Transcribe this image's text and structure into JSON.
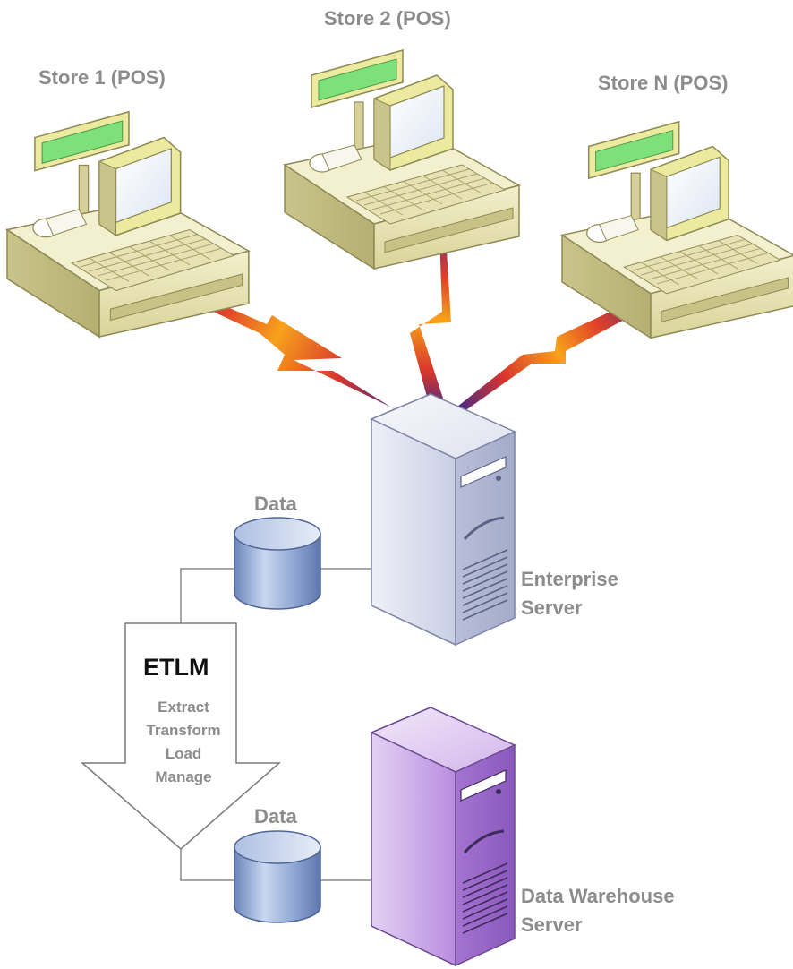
{
  "stores": [
    {
      "label": "Store 1 (POS)"
    },
    {
      "label": "Store 2 (POS)"
    },
    {
      "label": "Store N (POS)"
    }
  ],
  "enterprise_server": {
    "line1": "Enterprise",
    "line2": "Server"
  },
  "warehouse_server": {
    "line1": "Data Warehouse",
    "line2": "Server"
  },
  "data_stores": [
    {
      "label": "Data"
    },
    {
      "label": "Data"
    }
  ],
  "etlm": {
    "title": "ETLM",
    "steps": [
      "Extract",
      "Transform",
      "Load",
      "Manage"
    ]
  },
  "colors": {
    "pos_body": "#e8e4b0",
    "pos_display": "#7ee07a",
    "enterprise_server": "#dfe3f2",
    "warehouse_server": "#c9a8e6",
    "cylinder": "#8fa9d6",
    "link_hot": "#f5a820",
    "link_cool": "#4a2f8f",
    "label_gray": "#8c8c8c"
  }
}
